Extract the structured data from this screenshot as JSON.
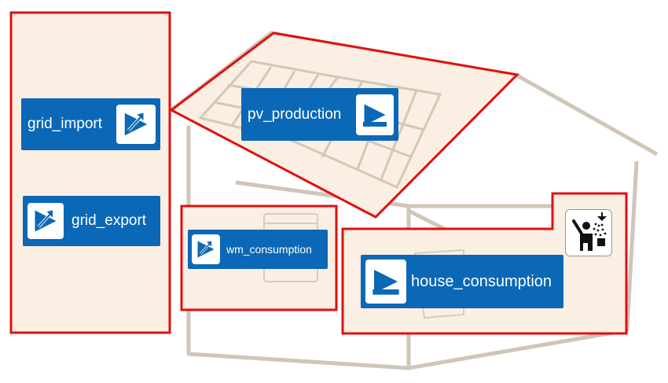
{
  "entities": {
    "grid_import": {
      "label": "grid_import",
      "icon": "transmission-tower-import-icon"
    },
    "grid_export": {
      "label": "grid_export",
      "icon": "transmission-tower-export-icon"
    },
    "pv_production": {
      "label": "pv_production",
      "icon": "solar-power-icon"
    },
    "wm_consumption": {
      "label": "wm_consumption",
      "icon": "transmission-tower-import-icon"
    },
    "house_consumption": {
      "label": "house_consumption",
      "icon": "solar-power-icon"
    },
    "shower": {
      "icon": "shower-icon"
    }
  },
  "colors": {
    "chip_bg": "#0b68b6",
    "zone_border": "#e01010",
    "zone_fill": "#fbeee2",
    "house_line": "#c8bfb2"
  }
}
